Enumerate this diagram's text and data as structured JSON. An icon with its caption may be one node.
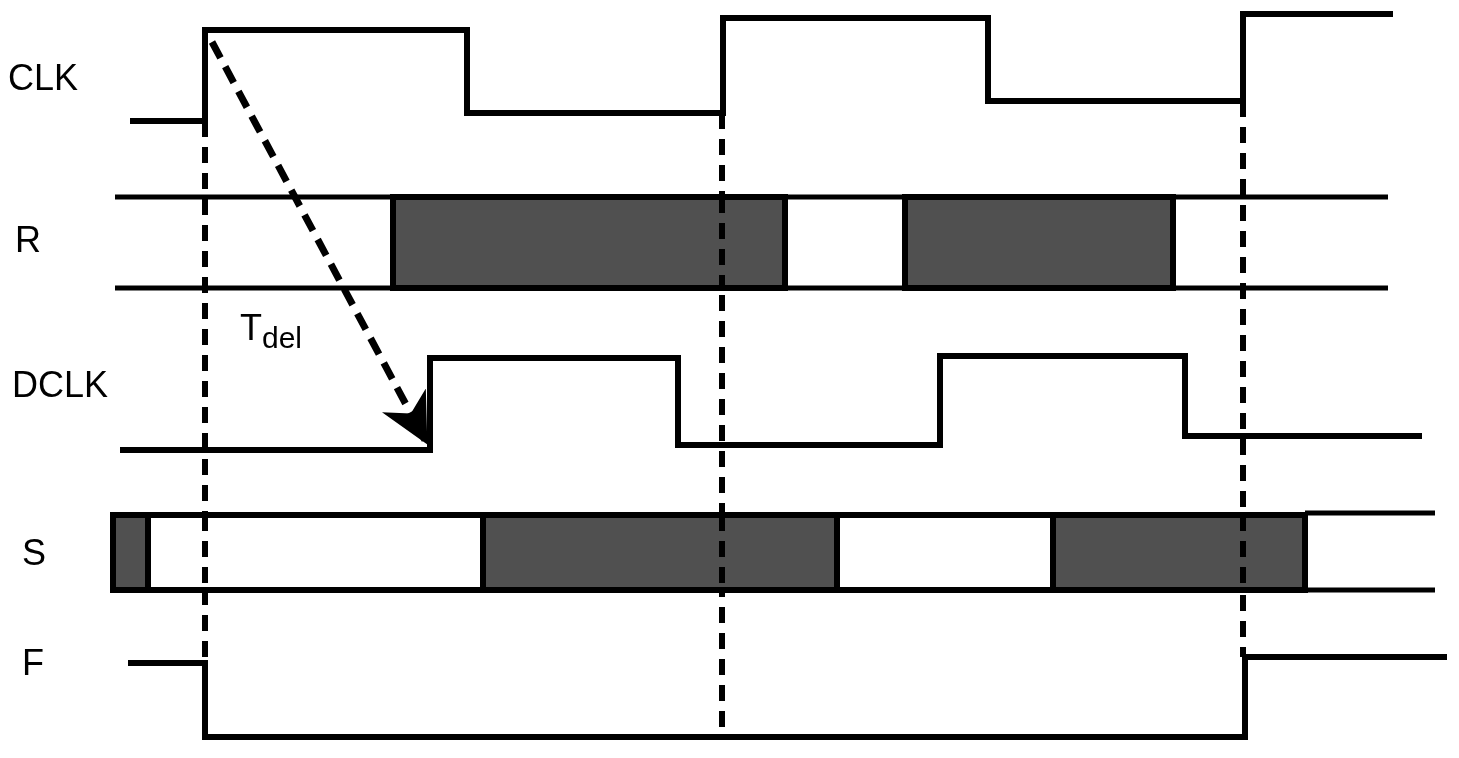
{
  "diagram": {
    "labels": [
      "CLK",
      "R",
      "T$_{del}$",
      "DCLK",
      "S",
      "F"
    ]
  }
}
